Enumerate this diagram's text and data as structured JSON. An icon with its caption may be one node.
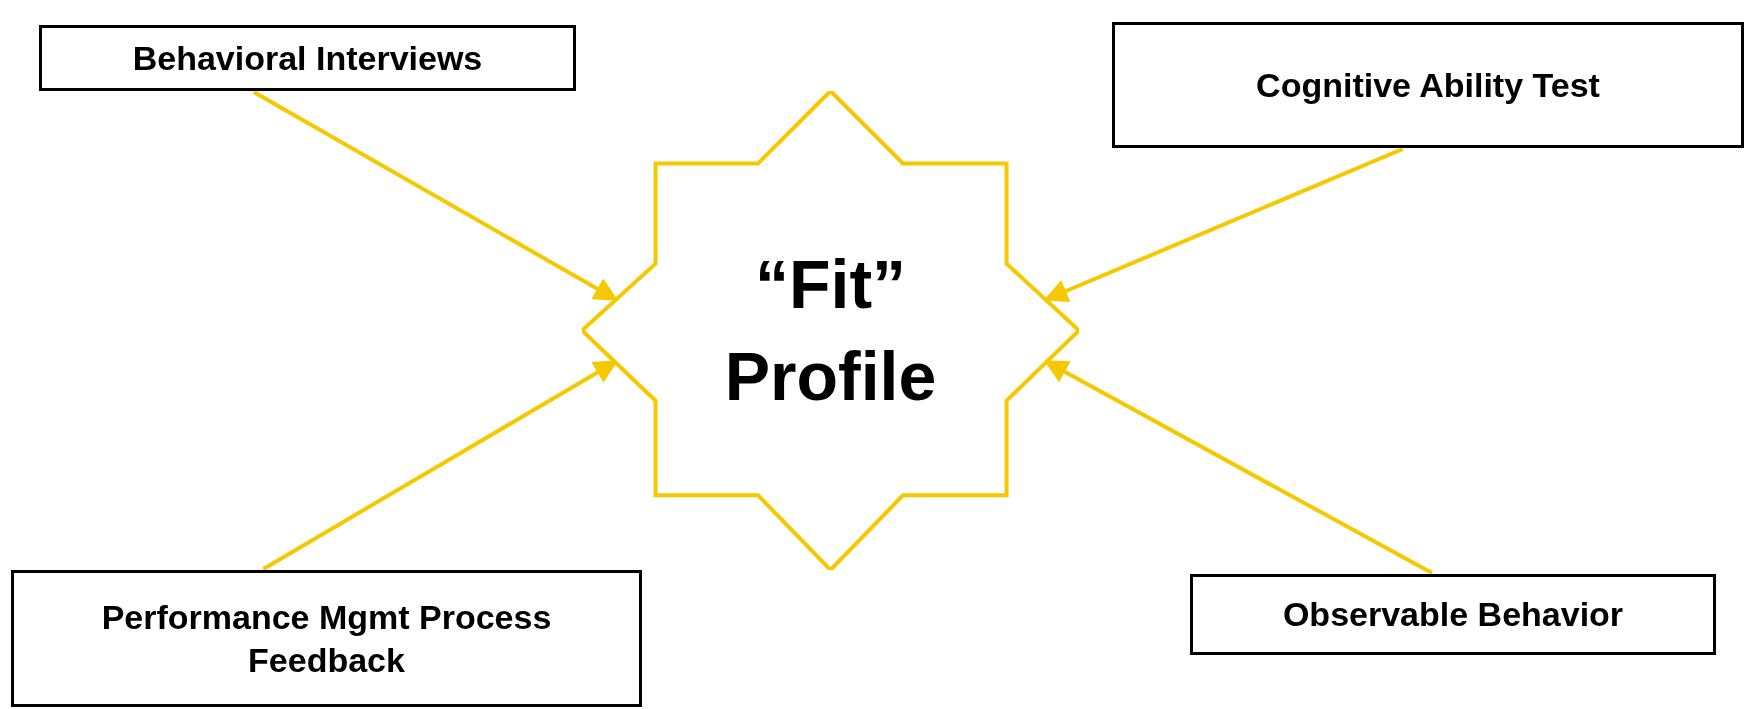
{
  "diagram": {
    "nodes": [
      {
        "text": [
          "Behavioral Interviews"
        ]
      },
      {
        "text": [
          "Cognitive Ability Test"
        ]
      },
      {
        "text": [
          "“Fit” Profile"
        ]
      },
      {
        "text": [
          "Performance Mgmt Process Feedback"
        ]
      },
      {
        "text": [
          "Observable Behavior"
        ]
      }
    ],
    "edges": [
      {
        "from": 0,
        "to": 2,
        "arrow": "to"
      },
      {
        "from": 1,
        "to": 2,
        "arrow": "to"
      },
      {
        "from": 3,
        "to": 2,
        "arrow": "to"
      },
      {
        "from": 4,
        "to": 2,
        "arrow": "to"
      }
    ]
  }
}
